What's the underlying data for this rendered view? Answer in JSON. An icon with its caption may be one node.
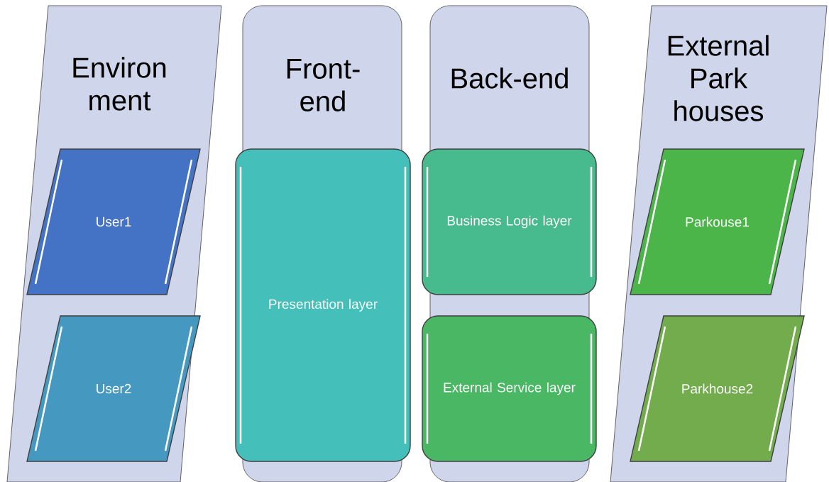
{
  "diagram": {
    "nodes": [
      {
        "text": [
          "Environ ment"
        ]
      },
      {
        "text": [
          "User1"
        ],
        "in": 0
      },
      {
        "text": [
          "User2"
        ],
        "in": 0
      },
      {
        "text": [
          "Front- end"
        ]
      },
      {
        "text": [
          "Presentation layer"
        ],
        "in": 3
      },
      {
        "text": [
          "Back-end"
        ]
      },
      {
        "text": [
          "Business Logic layer"
        ],
        "in": 5
      },
      {
        "text": [
          "External Service layer"
        ],
        "in": 5
      },
      {
        "text": [
          "External Park houses"
        ]
      },
      {
        "text": [
          "Parkouse1"
        ],
        "in": 8
      },
      {
        "text": [
          "Parkhouse2"
        ],
        "in": 8
      }
    ]
  }
}
